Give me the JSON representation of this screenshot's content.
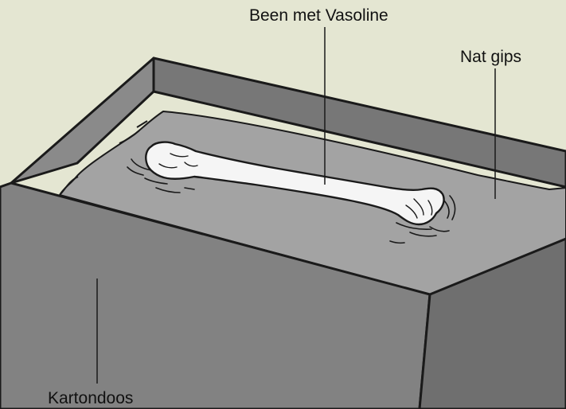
{
  "labels": {
    "bone": "Been met Vasoline",
    "plaster": "Nat gips",
    "box": "Kartondoos"
  },
  "colors": {
    "background": "#e4e6d2",
    "box_front": "#828282",
    "box_side": "#6f6f6f",
    "box_inner_back": "#777777",
    "box_inner_left": "#8a8a8a",
    "plaster": "#a3a3a3",
    "bone": "#f5f5f5",
    "outline": "#1a1a1a"
  }
}
